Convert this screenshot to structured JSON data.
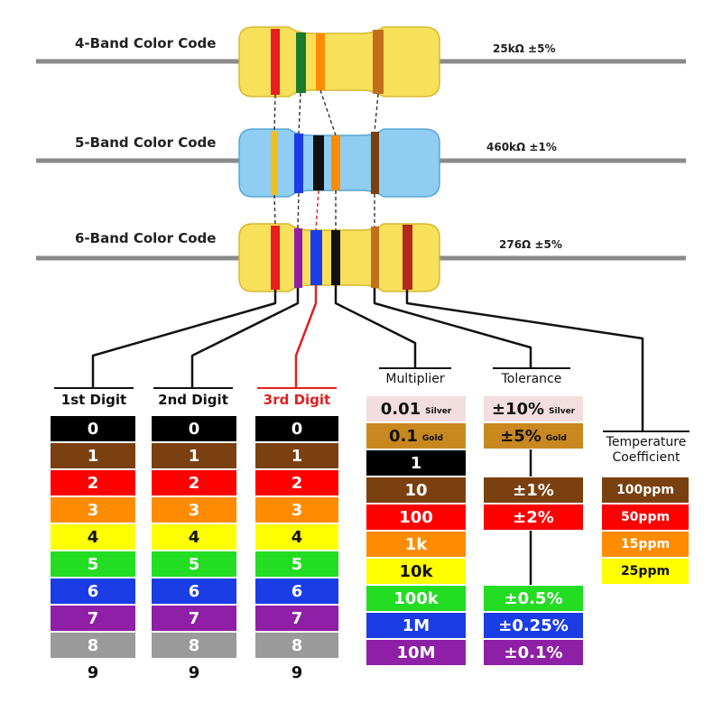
{
  "resistors": [
    {
      "label": "4-Band Color Code",
      "value": "25kΩ  ±5%"
    },
    {
      "label": "5-Band Color Code",
      "value": "460kΩ  ±1%"
    },
    {
      "label": "6-Band Color Code",
      "value": "276Ω  ±5%"
    }
  ],
  "columns": {
    "digit1": "1st Digit",
    "digit2": "2nd Digit",
    "digit3": "3rd Digit",
    "multiplier": "Multiplier",
    "tolerance": "Tolerance",
    "tempco_line1": "Temperature",
    "tempco_line2": "Coefficient"
  },
  "digits": [
    {
      "label": "0",
      "color": "#000000"
    },
    {
      "label": "1",
      "color": "#7a4010"
    },
    {
      "label": "2",
      "color": "#ff0000"
    },
    {
      "label": "3",
      "color": "#ff8c00"
    },
    {
      "label": "4",
      "color": "#ffff00"
    },
    {
      "label": "5",
      "color": "#22dd22"
    },
    {
      "label": "6",
      "color": "#1b3de6"
    },
    {
      "label": "7",
      "color": "#8e1fa6"
    },
    {
      "label": "8",
      "color": "#9a9a9a"
    },
    {
      "label": "9",
      "color": "#ffffff"
    }
  ],
  "multiplier": [
    {
      "label": "0.01",
      "sub": "Silver",
      "color": "#f2dede"
    },
    {
      "label": "0.1",
      "sub": "Gold",
      "color": "#c8881f"
    },
    {
      "label": "1",
      "color": "#000000"
    },
    {
      "label": "10",
      "color": "#7a4010"
    },
    {
      "label": "100",
      "color": "#ff0000"
    },
    {
      "label": "1k",
      "color": "#ff8c00"
    },
    {
      "label": "10k",
      "color": "#ffff00"
    },
    {
      "label": "100k",
      "color": "#22dd22"
    },
    {
      "label": "1M",
      "color": "#1b3de6"
    },
    {
      "label": "10M",
      "color": "#8e1fa6"
    }
  ],
  "tolerance_top": [
    {
      "label": "±10%",
      "sub": "Silver",
      "color": "#f2dede"
    },
    {
      "label": "±5%",
      "sub": "Gold",
      "color": "#c8881f"
    }
  ],
  "tolerance_mid": [
    {
      "label": "±1%",
      "color": "#7a4010"
    },
    {
      "label": "±2%",
      "color": "#ff0000"
    }
  ],
  "tolerance_bot": [
    {
      "label": "±0.5%",
      "color": "#22dd22"
    },
    {
      "label": "±0.25%",
      "color": "#1b3de6"
    },
    {
      "label": "±0.1%",
      "color": "#8e1fa6"
    }
  ],
  "tempco": [
    {
      "label": "100ppm",
      "color": "#7a4010"
    },
    {
      "label": "50ppm",
      "color": "#ff0000"
    },
    {
      "label": "15ppm",
      "color": "#ff8c00"
    },
    {
      "label": "25ppm",
      "color": "#ffff00"
    }
  ],
  "band_colors": {
    "r4": [
      "#e81e1e",
      "#1c7a2a",
      "#ff8c00",
      "#c0701c"
    ],
    "r5": [
      "#f0c020",
      "#1b3de6",
      "#111111",
      "#ff8c00",
      "#7a4010"
    ],
    "r6": [
      "#e81e1e",
      "#8e1fa6",
      "#1b3de6",
      "#111111",
      "#c0701c",
      "#b22a1a"
    ]
  },
  "body_colors": {
    "yellow": "#f7e05a",
    "blue": "#8fcdf2",
    "lead": "#8a8a8a"
  }
}
